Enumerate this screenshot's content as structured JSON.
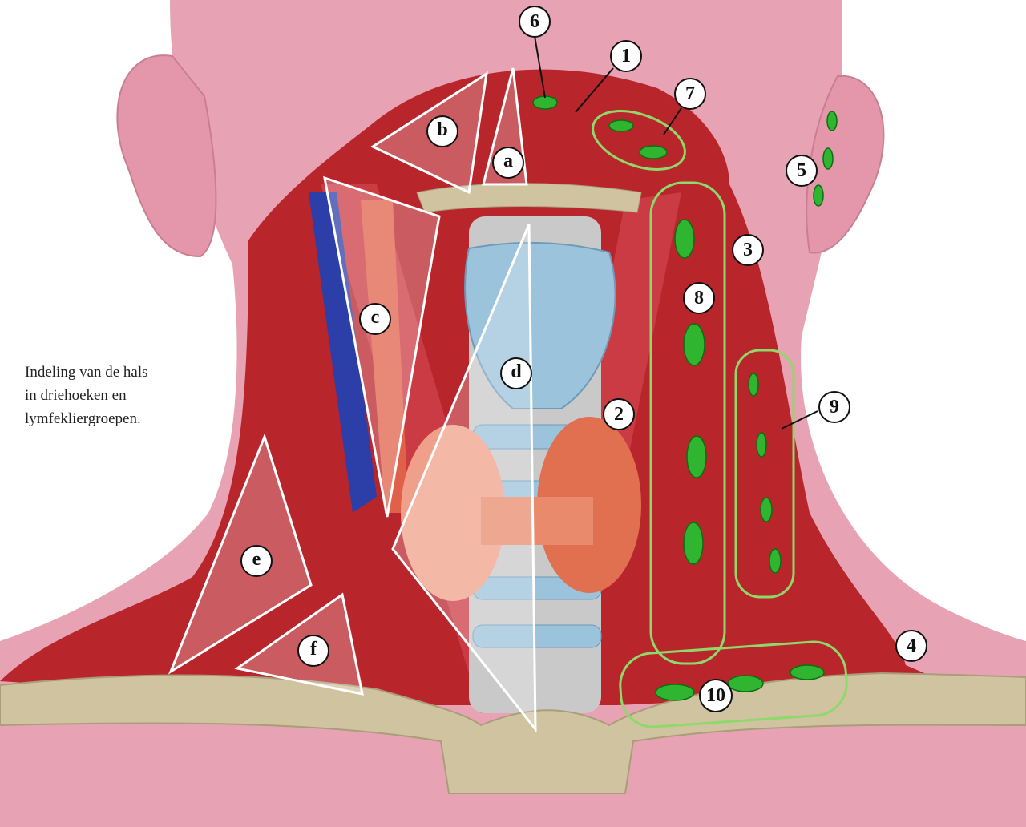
{
  "caption": {
    "line1": "Indeling van de hals",
    "line2": "in driehoeken en",
    "line3": "lymfekliergroepen."
  },
  "number_labels": [
    "1",
    "2",
    "3",
    "4",
    "5",
    "6",
    "7",
    "8",
    "9",
    "10"
  ],
  "letter_labels": [
    "a",
    "b",
    "c",
    "d",
    "e",
    "f"
  ],
  "colors": {
    "skin": "#e7a2b3",
    "muscle": "#b8262c",
    "bone": "#cfc3a0",
    "thyroid": "#e98a6c",
    "cartilage": "#9cc3dc",
    "lymph_node": "#2fb52f",
    "group_outline": "#8fd86a",
    "vein": "#2c3fa8",
    "nerve": "#e8cf8a"
  }
}
